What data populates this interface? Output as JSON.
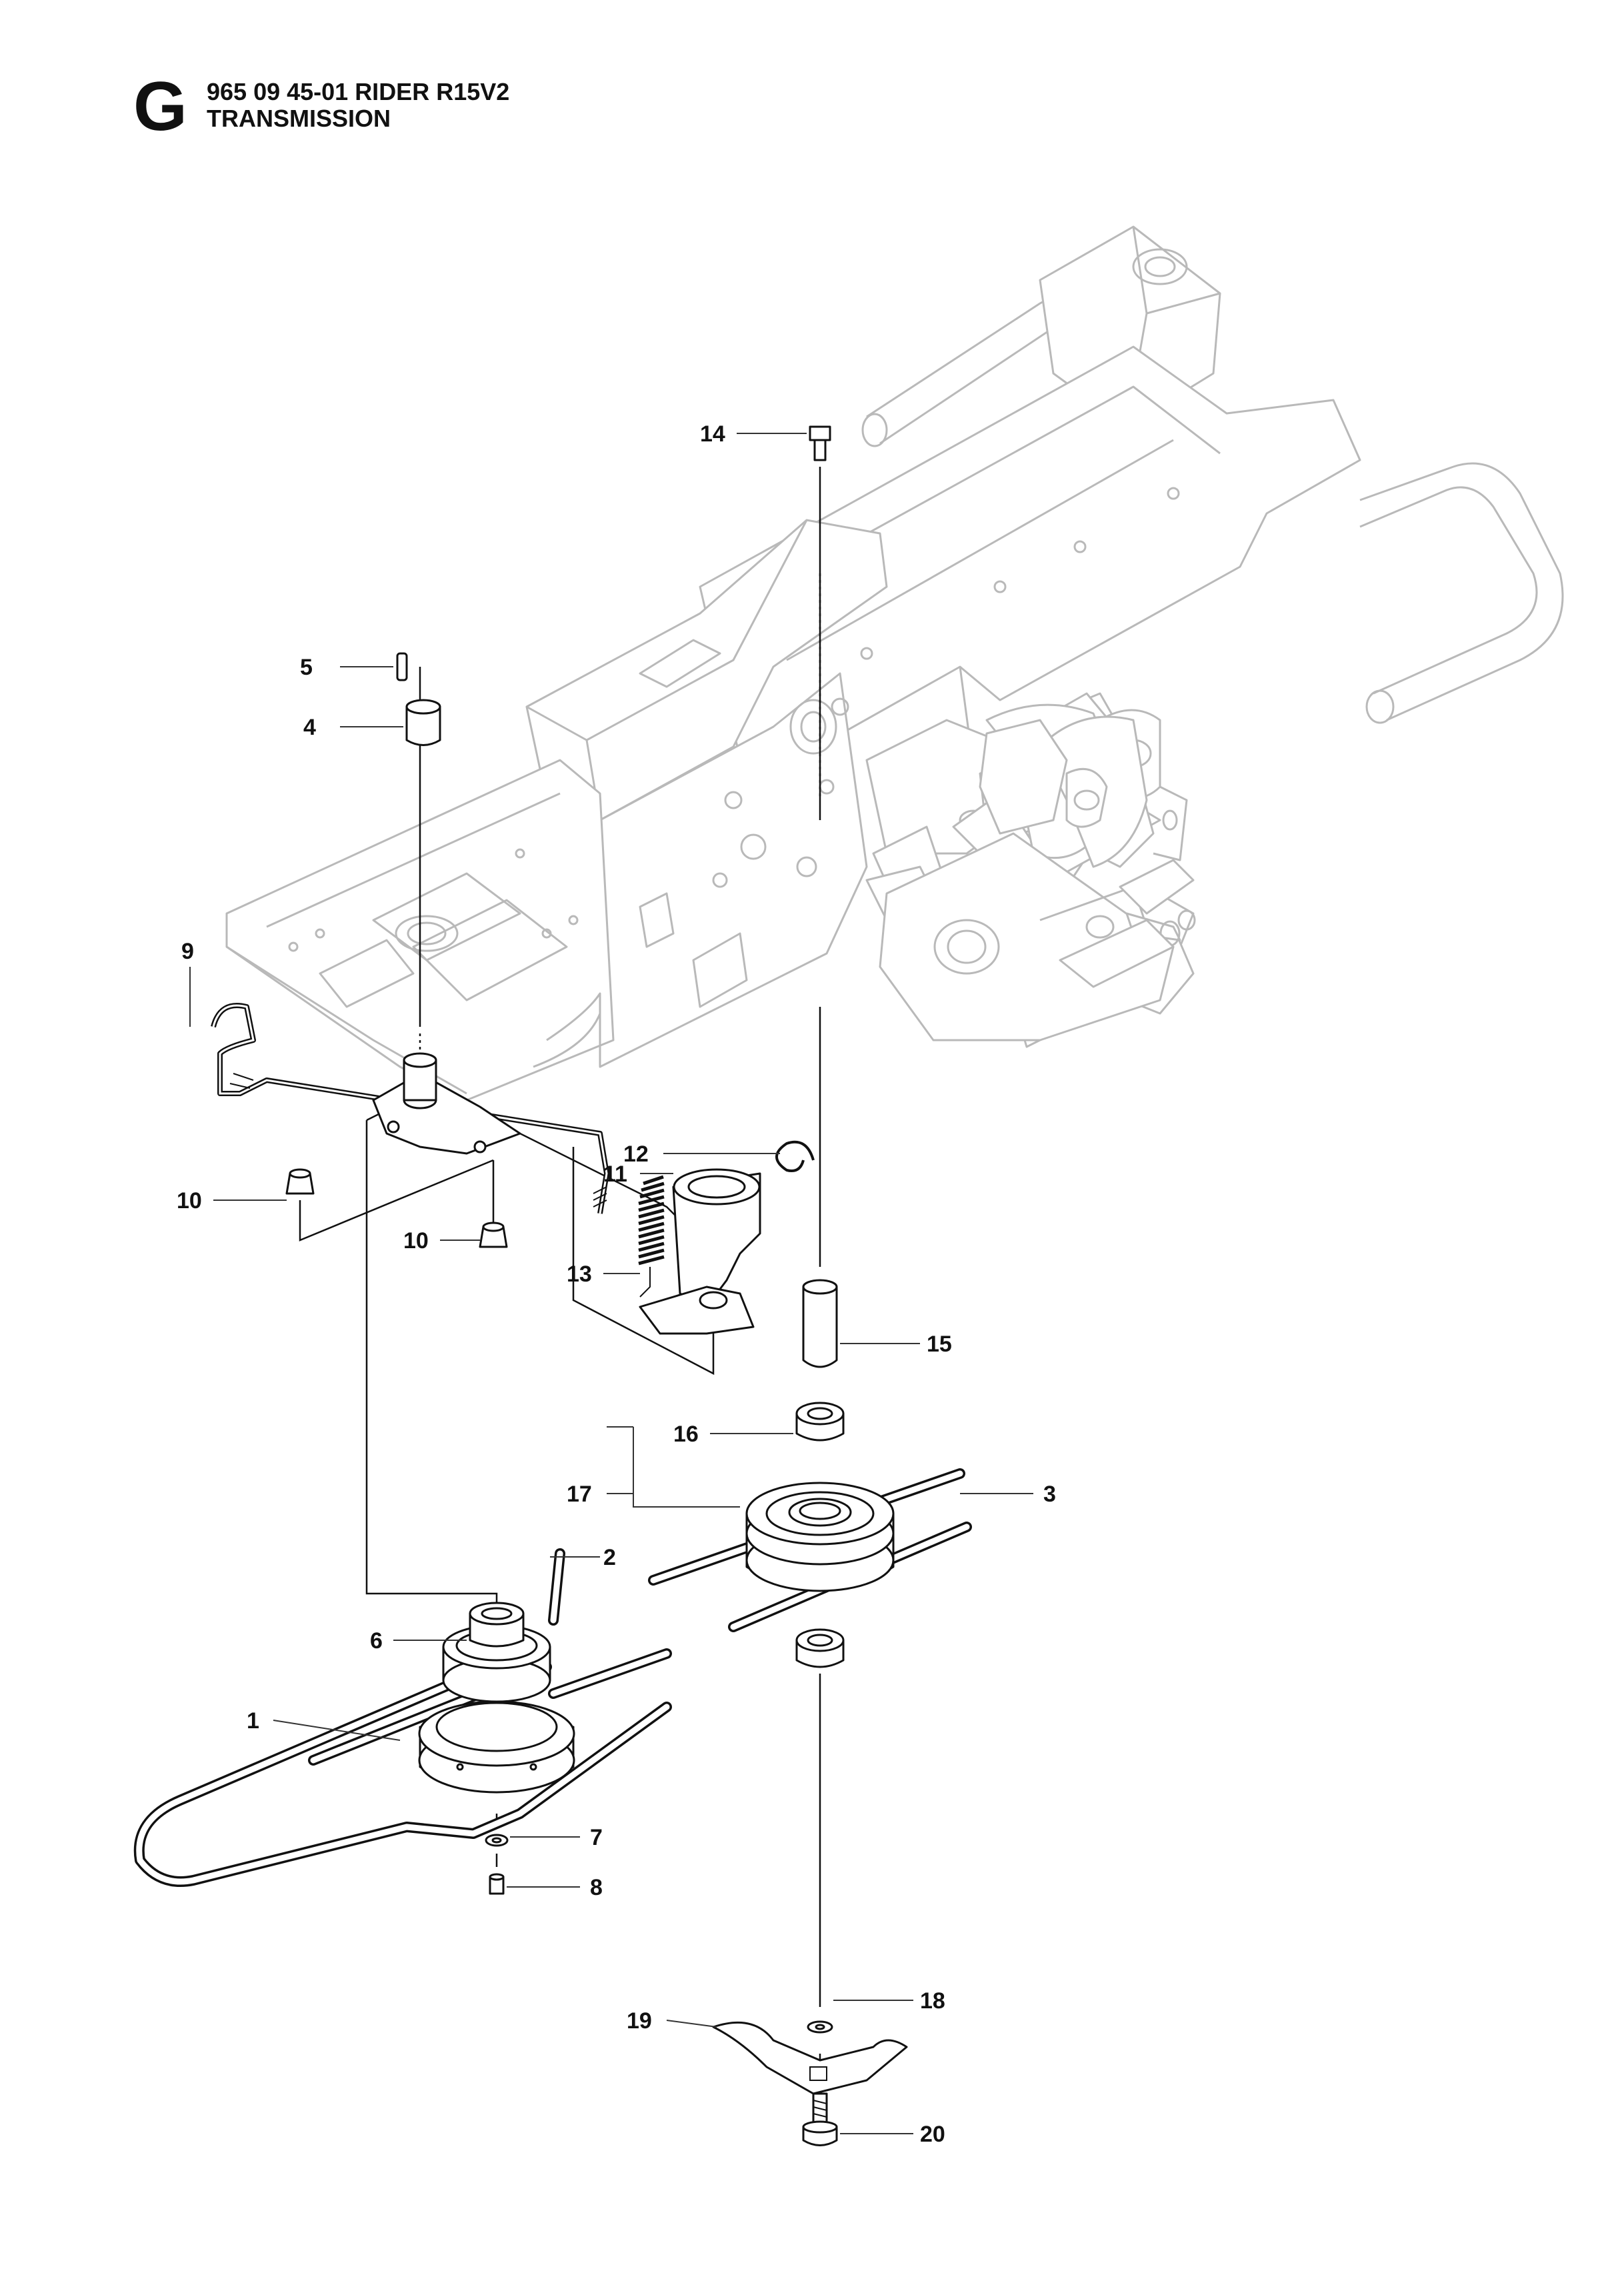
{
  "header": {
    "section_letter": "G",
    "part_number": "965 09 45-01 RIDER R15V2",
    "assembly_name": "TRANSMISSION"
  },
  "callouts": [
    "1",
    "2",
    "3",
    "4",
    "5",
    "6",
    "7",
    "8",
    "9",
    "10",
    "10",
    "11",
    "12",
    "13",
    "14",
    "15",
    "16",
    "17",
    "18",
    "19",
    "20"
  ],
  "colors": {
    "ink": "#111111",
    "frame": "#b9b9b9",
    "background": "#ffffff"
  }
}
